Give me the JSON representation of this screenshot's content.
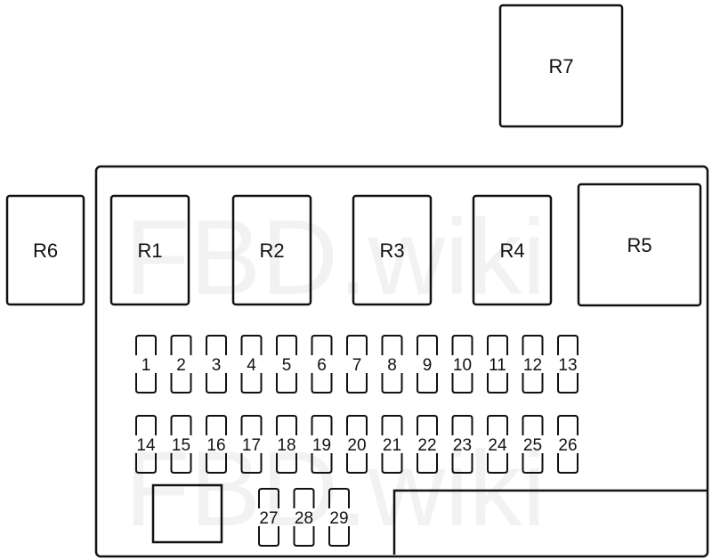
{
  "watermark": "FBD.wiki",
  "relays": [
    {
      "id": "R7",
      "label": "R7"
    },
    {
      "id": "R6",
      "label": "R6"
    },
    {
      "id": "R1",
      "label": "R1"
    },
    {
      "id": "R2",
      "label": "R2"
    },
    {
      "id": "R3",
      "label": "R3"
    },
    {
      "id": "R4",
      "label": "R4"
    },
    {
      "id": "R5",
      "label": "R5"
    }
  ],
  "fuses": {
    "row1": [
      "1",
      "2",
      "3",
      "4",
      "5",
      "6",
      "7",
      "8",
      "9",
      "10",
      "11",
      "12",
      "13"
    ],
    "row2": [
      "14",
      "15",
      "16",
      "17",
      "18",
      "19",
      "20",
      "21",
      "22",
      "23",
      "24",
      "25",
      "26"
    ],
    "row3": [
      "27",
      "28",
      "29"
    ]
  },
  "colors": {
    "stroke": "#111111",
    "background": "#ffffff"
  }
}
